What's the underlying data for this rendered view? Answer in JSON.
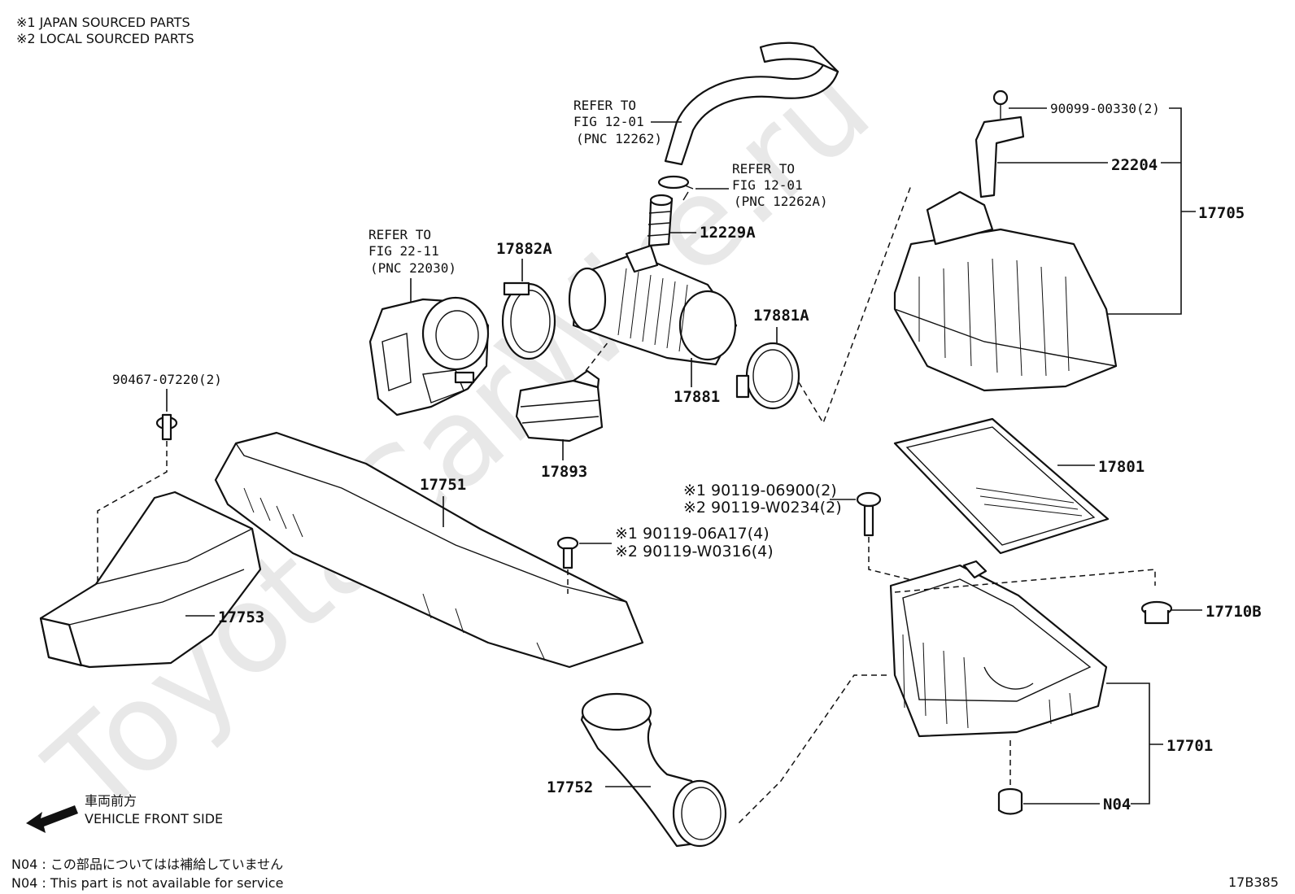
{
  "legend": {
    "note1": "※1  JAPAN SOURCED PARTS",
    "note2": "※2  LOCAL SOURCED PARTS"
  },
  "watermark": "ToyotaCarWire.ru",
  "refs": {
    "ref_hose": [
      "REFER TO",
      "FIG 12-01",
      "(PNC 12262)"
    ],
    "ref_clip": [
      "REFER TO",
      "FIG 12-01",
      "(PNC 12262A)"
    ],
    "ref_throttle": [
      "REFER TO",
      "FIG 22-11",
      "(PNC 22030)"
    ]
  },
  "parts": {
    "p90099": "90099-00330(2)",
    "p22204": "22204",
    "p17705": "17705",
    "p12229A": "12229A",
    "p17882A": "17882A",
    "p17881A": "17881A",
    "p17881": "17881",
    "p17893": "17893",
    "p90467": "90467-07220(2)",
    "p17751": "17751",
    "p17801": "17801",
    "p90119a": "※1 90119-06900(2)",
    "p90119b": "※2 90119-W0234(2)",
    "p90119c": "※1 90119-06A17(4)",
    "p90119d": "※2 90119-W0316(4)",
    "p17753": "17753",
    "p17710B": "17710B",
    "p17701": "17701",
    "p17752": "17752",
    "pN04": "N04"
  },
  "direction": {
    "jp": "車両前方",
    "en": "VEHICLE FRONT SIDE"
  },
  "footnotes": {
    "jp": "N04 : この部品についてはは補給していません",
    "en": "N04 : This part is not available for service"
  },
  "figure_id": "17B385"
}
